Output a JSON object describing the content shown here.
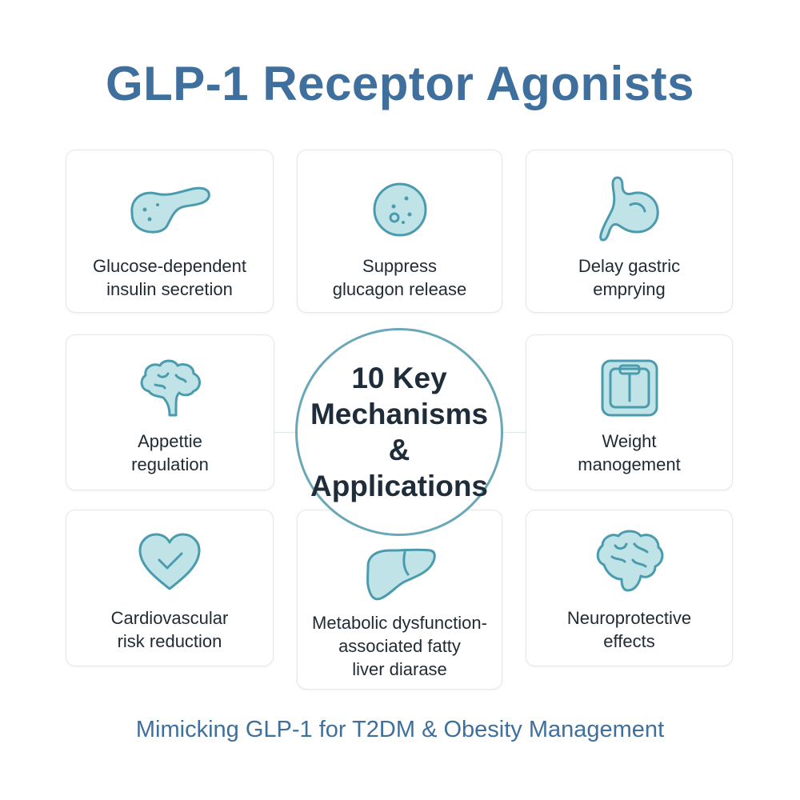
{
  "title": "GLP-1 Receptor Agonists",
  "center": {
    "line1": "10 Key",
    "line2": "Mechanisms",
    "line3": "& Applications"
  },
  "cards": [
    {
      "id": "insulin",
      "icon": "pancreas-icon",
      "line1": "Glucose-dependent",
      "line2": "insulin secretion"
    },
    {
      "id": "glucagon",
      "icon": "cell-icon",
      "line1": "Suppress",
      "line2": "glucagon release"
    },
    {
      "id": "gastric",
      "icon": "stomach-icon",
      "line1": "Delay gastric",
      "line2": "emprying"
    },
    {
      "id": "appetite",
      "icon": "brain-icon",
      "line1": "Appettie",
      "line2": "regulation"
    },
    {
      "id": "weight",
      "icon": "scale-icon",
      "line1": "Weight",
      "line2": "manogement"
    },
    {
      "id": "cardio",
      "icon": "heart-icon",
      "line1": "Cardiovascular",
      "line2": "risk reduction"
    },
    {
      "id": "liver",
      "icon": "liver-icon",
      "line1": "Metabolic dysfunction-",
      "line2": "associated fatty",
      "line3": "liver diarase"
    },
    {
      "id": "neuro",
      "icon": "brain-icon",
      "line1": "Neuroprotective",
      "line2": "effects"
    }
  ],
  "footer": "Mimicking GLP-1 for T2DM & Obesity Management",
  "colors": {
    "accent": "#3f6f9c",
    "icon_stroke": "#4a9bad",
    "icon_fill": "#bfe3e7"
  }
}
